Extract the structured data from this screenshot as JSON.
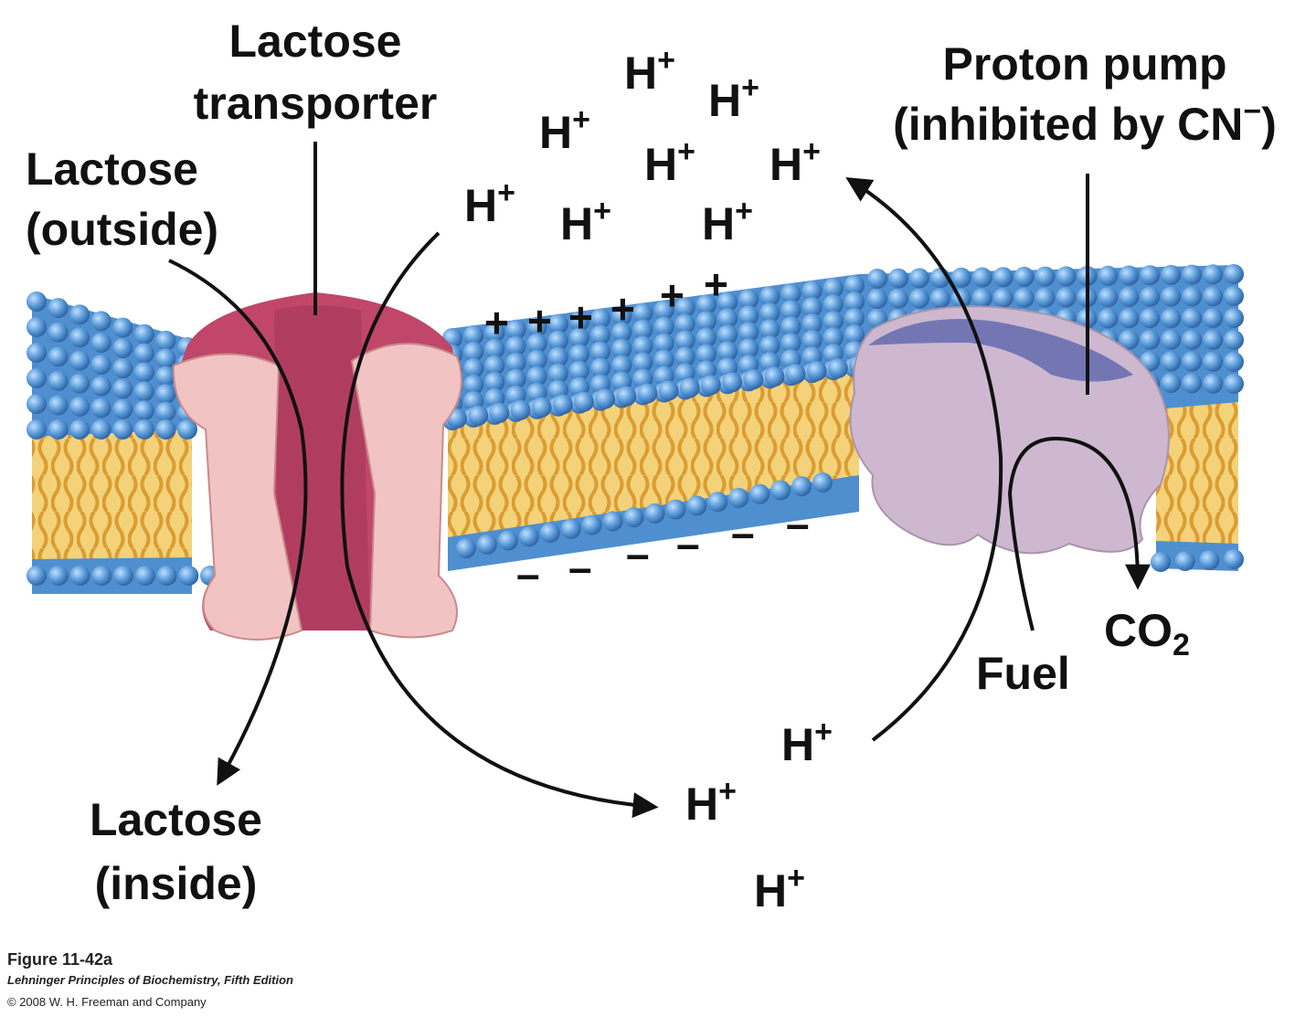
{
  "labels": {
    "lactose_transporter": [
      "Lactose",
      "transporter"
    ],
    "lactose_outside": [
      "Lactose",
      "(outside)"
    ],
    "lactose_inside": [
      "Lactose",
      "(inside)"
    ],
    "proton_pump": [
      "Proton pump",
      "(inhibited by CN",
      "−",
      ")"
    ],
    "fuel": "Fuel",
    "co2_main": "CO",
    "co2_sub": "2"
  },
  "ion": {
    "symbol": "H",
    "charge": "+"
  },
  "charges": {
    "plus": "+",
    "minus": "–"
  },
  "caption": {
    "figure": "Figure 11-42a",
    "book": "Lehninger Principles of Biochemistry, Fifth Edition",
    "copyright": "© 2008 W. H. Freeman and Company"
  },
  "colors": {
    "headgroup": "#4f8fd0",
    "tail": "#e6a93a",
    "transporter_dark": "#c0466a",
    "transporter_light": "#f2c3c3",
    "pump_body": "#cdb8cf",
    "pump_cap": "#6a6fb0"
  }
}
